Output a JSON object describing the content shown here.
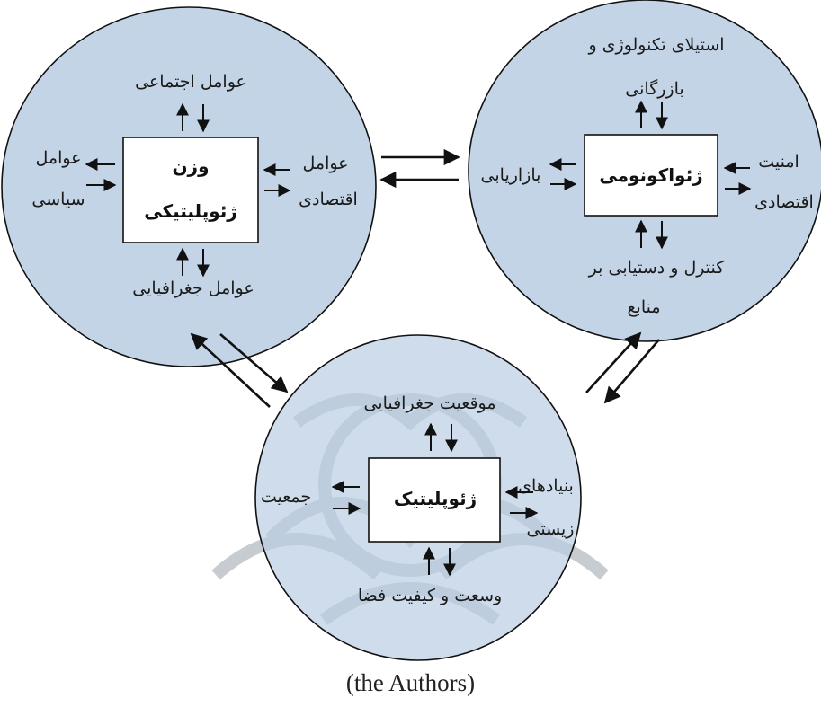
{
  "colors": {
    "circle_fill": "#b9cde2",
    "circle_stroke": "#111111",
    "box_fill": "#ffffff",
    "watermark": "#9aa3ab"
  },
  "left_circle": {
    "box_line1": "وزن",
    "box_line2": "ژئوپلیتیکی",
    "top": "عوامل اجتماعی",
    "left_line1": "عوامل",
    "left_line2": "سیاسی",
    "right_line1": "عوامل",
    "right_line2": "اقتصادی",
    "bottom": "عوامل جغرافیایی"
  },
  "right_circle": {
    "box": "ژئواکونومی",
    "top_line1": "استیلای تکنولوژی و",
    "top_line2": "بازرگانی",
    "left": "بازاریابی",
    "right_line1": "امنیت",
    "right_line2": "اقتصادی",
    "bottom_line1": "کنترل و دستیابی بر",
    "bottom_line2": "منابع"
  },
  "bottom_circle": {
    "box": "ژئوپلیتیک",
    "top": "موقعیت جغرافیایی",
    "left": "جمعیت",
    "right_line1": "بنیادهای",
    "right_line2": "زیستی",
    "bottom": "وسعت و کیفیت فضا"
  },
  "caption": "(the Authors)"
}
